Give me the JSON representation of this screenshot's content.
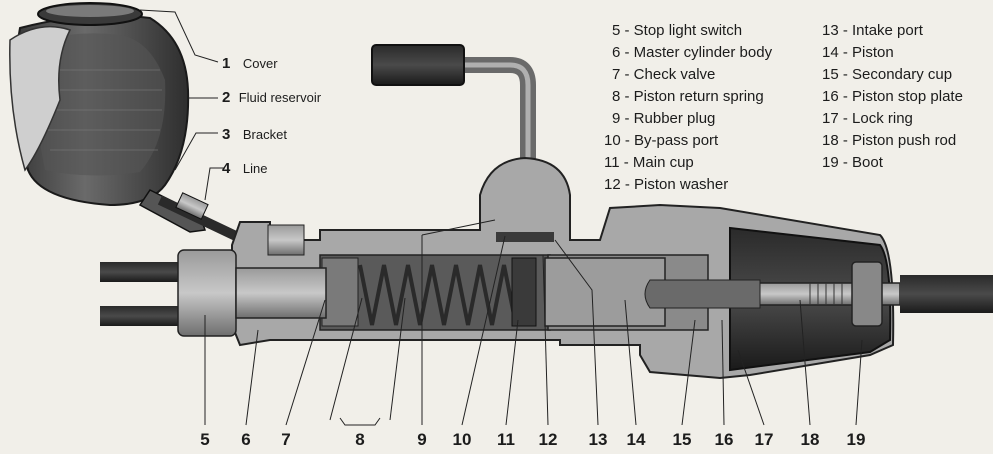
{
  "legend_left": [
    {
      "num": "1",
      "text": "Cover"
    },
    {
      "num": "2",
      "text": "Fluid reservoir"
    },
    {
      "num": "3",
      "text": "Bracket"
    },
    {
      "num": "4",
      "text": "Line"
    }
  ],
  "legend_middle": [
    "5 - Stop light switch",
    "6 - Master cylinder body",
    "7 - Check valve",
    "8 - Piston return spring",
    "9 - Rubber plug",
    "10 - By-pass port",
    "11 - Main cup",
    "12 - Piston washer"
  ],
  "legend_right": [
    "13 - Intake port",
    "14 - Piston",
    "15 - Secondary cup",
    "16 - Piston stop plate",
    "17 - Lock ring",
    "18 - Piston push rod",
    "19 - Boot"
  ],
  "callouts": [
    "5",
    "6",
    "7",
    "8",
    "9",
    "10",
    "11",
    "12",
    "13",
    "14",
    "15",
    "16",
    "17",
    "18",
    "19"
  ]
}
